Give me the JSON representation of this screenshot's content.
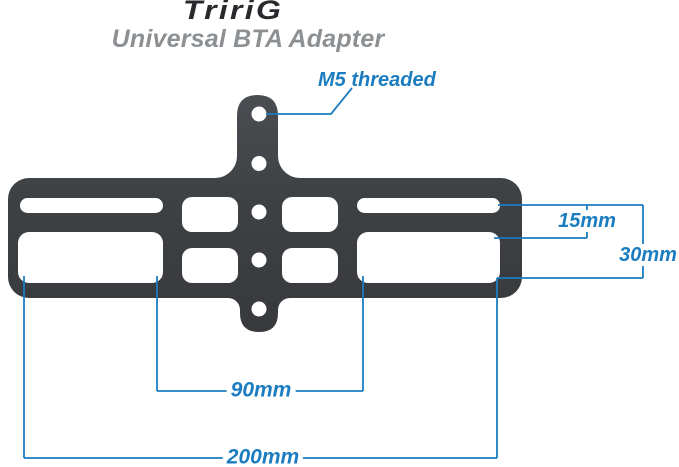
{
  "header": {
    "brand": "TririG",
    "subtitle": "Universal BTA Adapter"
  },
  "callouts": {
    "m5": "M5 threaded"
  },
  "dimensions": {
    "slot_gap_small": "15mm",
    "slot_gap_large": "30mm",
    "inner_slot_span": "90mm",
    "outer_slot_span": "200mm"
  },
  "colors": {
    "accent_blue": "#1b7dc0",
    "plate_dark": "#3d4043",
    "brand_text": "#27292c",
    "subtitle_text": "#8d9093",
    "background": "#ffffff"
  }
}
